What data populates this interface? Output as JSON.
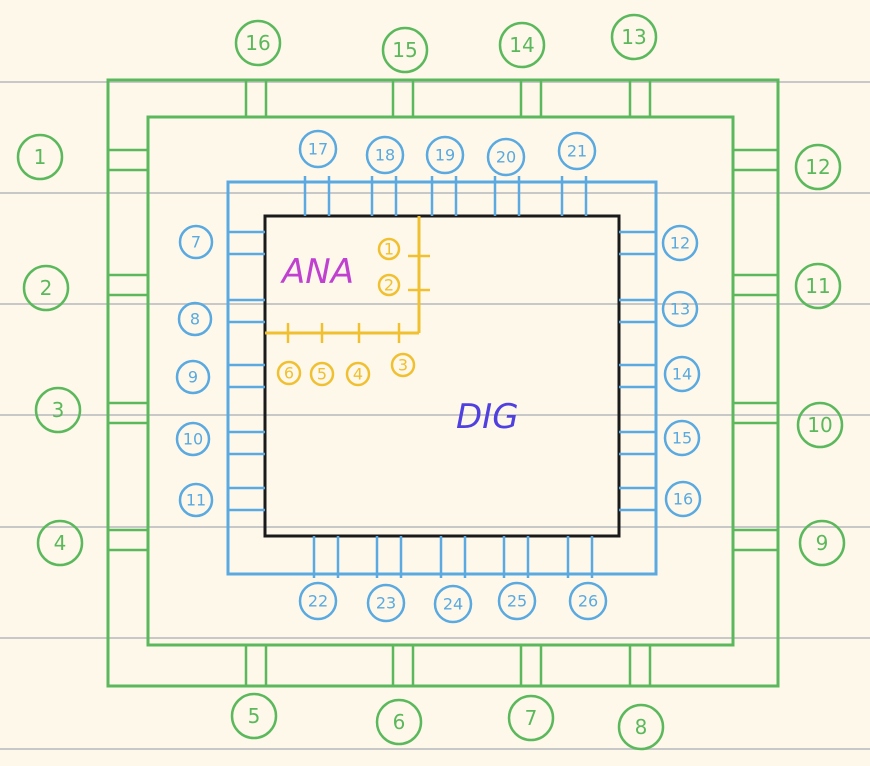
{
  "colors": {
    "background": "#fdf8ea",
    "ruled_line": "#c8c8c8",
    "outer_package": "#5cb85c",
    "inner_die_ring": "#5aa9e0",
    "core": "#1a1a1a",
    "analog_block": "#f0c030",
    "analog_text": "#c040d0",
    "digital_text": "#5040e0"
  },
  "core": {
    "analog_label": "ANA",
    "digital_label": "DIG"
  },
  "outer_pins": {
    "top": [
      "16",
      "15",
      "14",
      "13"
    ],
    "left": [
      "1",
      "2",
      "3",
      "4"
    ],
    "right": [
      "12",
      "11",
      "10",
      "9"
    ],
    "bottom": [
      "5",
      "6",
      "7",
      "8"
    ]
  },
  "inner_pads": {
    "top": [
      "17",
      "18",
      "19",
      "20",
      "21"
    ],
    "left": [
      "7",
      "8",
      "9",
      "10",
      "11"
    ],
    "right": [
      "12",
      "13",
      "14",
      "15",
      "16"
    ],
    "bottom": [
      "22",
      "23",
      "24",
      "25",
      "26"
    ]
  },
  "analog_pins": {
    "right": [
      "1",
      "2"
    ],
    "bottom": [
      "6",
      "5",
      "4",
      "3"
    ]
  }
}
